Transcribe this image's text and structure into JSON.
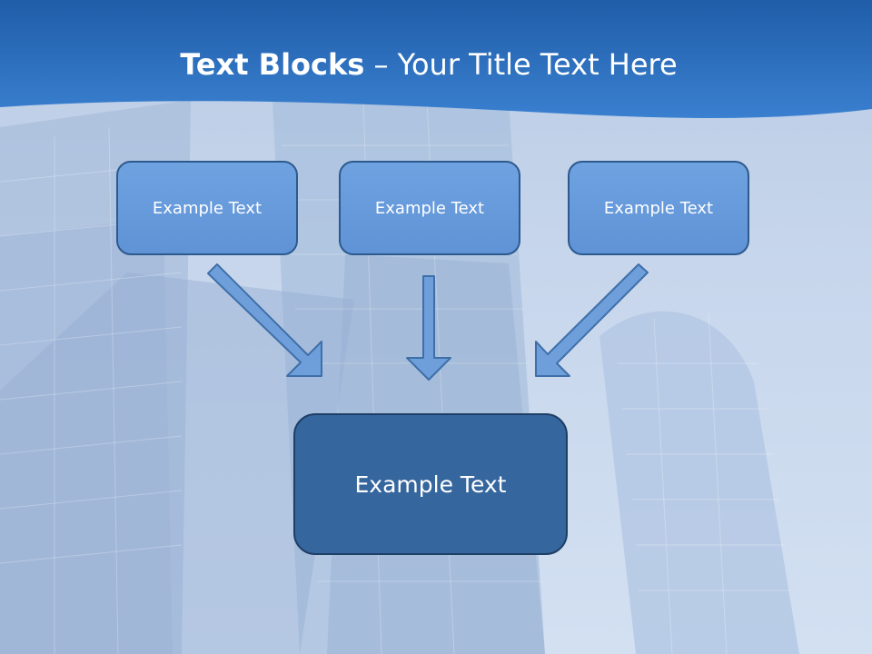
{
  "slide": {
    "title_bold": "Text Blocks",
    "title_rest": " – Your Title Text Here"
  },
  "blocks": [
    {
      "label": "Example Text"
    },
    {
      "label": "Example Text"
    },
    {
      "label": "Example Text"
    }
  ],
  "target_block": {
    "label": "Example Text"
  },
  "colors": {
    "header_blue": "#2f73c4",
    "box_fill": "#66a0de",
    "box_border": "#2d5a8e",
    "target_fill": "#35669e",
    "arrow_fill": "#6e9fda"
  }
}
